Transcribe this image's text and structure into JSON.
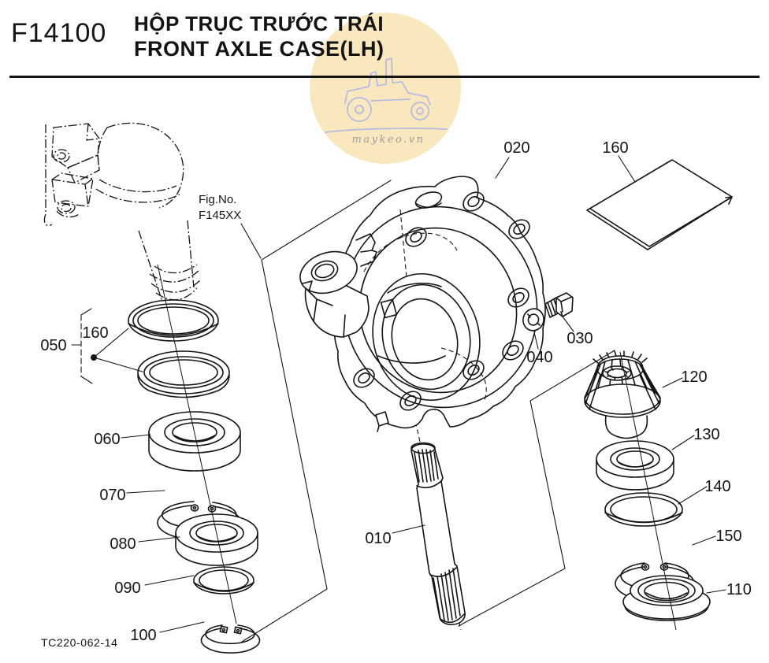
{
  "header": {
    "figure_code": "F14100",
    "title_vietnamese": "HỘP TRỤC TRƯỚC TRÁI",
    "title_english": "FRONT AXLE CASE(LH)"
  },
  "watermark": {
    "site": "maykeo.vn"
  },
  "figure_reference": {
    "label": "Fig.No.",
    "code": "F145XX"
  },
  "drawing_code": "TC220-062-14",
  "part_labels": {
    "p010": "010",
    "p020": "020",
    "p030": "030",
    "p040": "040",
    "p050": "050",
    "p060": "060",
    "p070": "070",
    "p080": "080",
    "p090": "090",
    "p100": "100",
    "p110": "110",
    "p120": "120",
    "p130": "130",
    "p140": "140",
    "p150": "150",
    "p160_left": "160",
    "p160_right": "160"
  },
  "colors": {
    "line_color": "#141414",
    "watermark_circle": "#f9e8bd",
    "watermark_tractor": "#b6b9e2",
    "watermark_text": "#9b9b9b"
  }
}
